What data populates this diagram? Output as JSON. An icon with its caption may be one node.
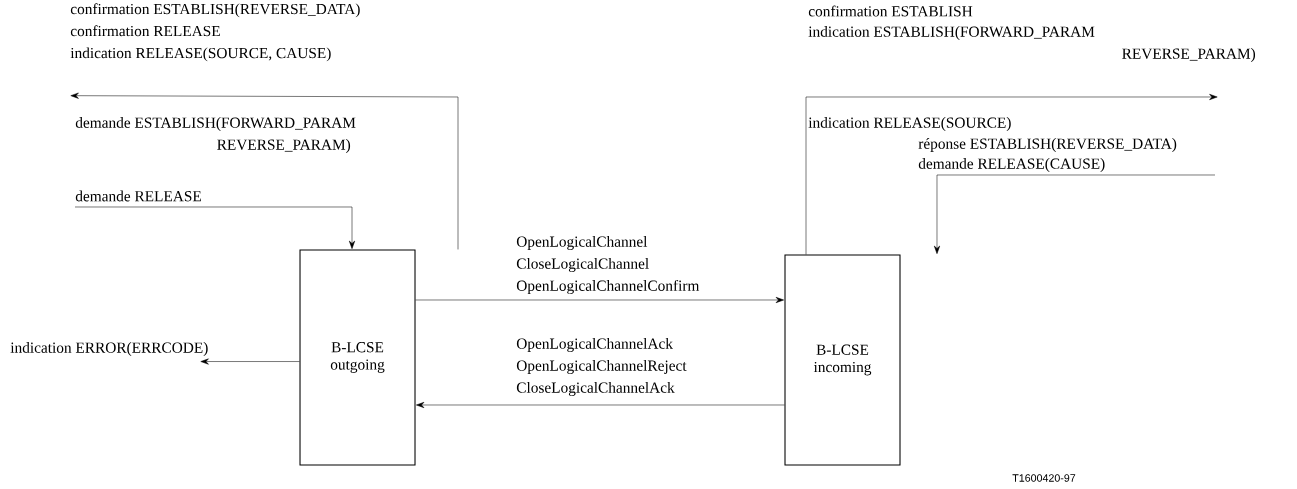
{
  "diagram": {
    "nodes": [
      {
        "text": [
          "B-LCSE outgoing"
        ]
      },
      {
        "text": [
          "B-LCSE incoming"
        ]
      },
      {
        "text": [
          "demande RELEASE"
        ]
      },
      {
        "text": [
          "indication ERROR(ERRCODE)"
        ]
      },
      {
        "text": [
          "confirmation ESTABLISH(REVERSE_DATA)",
          "confirmation RELEASE",
          "indication RELEASE(SOURCE, CAUSE)"
        ]
      }
    ],
    "edges": [
      {
        "from": 0,
        "to": 4,
        "arrow": "to"
      },
      {
        "from": 2,
        "to": 0,
        "arrow": "to"
      },
      {
        "from": 0,
        "to": 3,
        "arrow": "to"
      },
      {
        "from": 0,
        "to": 1,
        "arrow": "to"
      },
      {
        "from": 1,
        "to": 0,
        "arrow": "to"
      },
      {
        "from": 1,
        "to": null,
        "arrow": "to"
      },
      {
        "from": null,
        "to": 1,
        "arrow": "to"
      }
    ],
    "labels": [
      "confirmation ESTABLISH",
      "indication ESTABLISH(FORWARD_PARAM",
      "REVERSE_PARAM)",
      "demande ESTABLISH(FORWARD_PARAM",
      "REVERSE_PARAM)",
      "indication RELEASE(SOURCE)",
      "réponse ESTABLISH(REVERSE_DATA)",
      "demande RELEASE(CAUSE)",
      "OpenLogicalChannel",
      "CloseLogicalChannel",
      "OpenLogicalChannelConfirm",
      "OpenLogicalChannelAck",
      "OpenLogicalChannelReject",
      "CloseLogicalChannelAck",
      "T1600420-97"
    ]
  }
}
